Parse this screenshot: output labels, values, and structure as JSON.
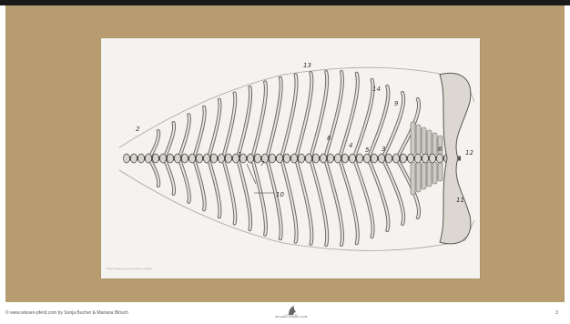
{
  "slide": {
    "caption": "Skelett Pferd (Ansicht von oben) Wirbelsäule und Rippen",
    "footer_copyright": "© www.wissen-pferd.com by Sonja Bucher & Mariana Blösch",
    "footer_logo_text": "WISSEN PFERD.COM",
    "page_number": "3"
  },
  "drawing": {
    "labels": [
      "13",
      "14",
      "2",
      "9",
      "8",
      "4",
      "5",
      "3",
      "6",
      "12",
      "7",
      "1",
      "10",
      "11"
    ]
  },
  "colors": {
    "panel": "#b79c6f",
    "paper": "#f5f3ef",
    "ink": "#333333"
  }
}
